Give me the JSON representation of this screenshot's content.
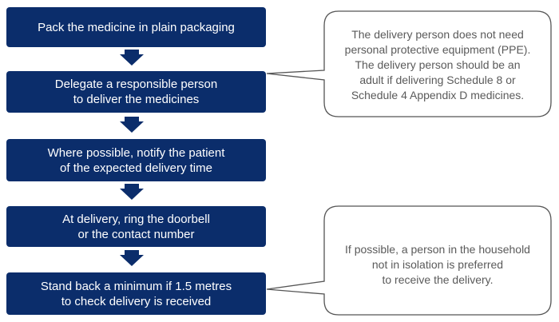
{
  "steps": [
    {
      "lines": [
        "Pack the medicine in plain packaging"
      ]
    },
    {
      "lines": [
        "Delegate a responsible person",
        "to deliver the medicines"
      ]
    },
    {
      "lines": [
        "Where possible, notify the patient",
        "of the expected delivery time"
      ]
    },
    {
      "lines": [
        "At delivery, ring the doorbell",
        "or the contact number"
      ]
    },
    {
      "lines": [
        "Stand back a minimum if 1.5 metres",
        "to check delivery is received"
      ]
    }
  ],
  "notes": [
    {
      "lines": [
        "The delivery person does not need",
        "personal protective equipment (PPE).",
        "The delivery person should be an",
        "adult if delivering Schedule 8 or",
        "Schedule 4 Appendix D medicines."
      ]
    },
    {
      "lines": [
        "If possible, a person in the household",
        "not in isolation is preferred",
        "to receive the delivery."
      ]
    }
  ],
  "colors": {
    "step_fill": "#0b2d6b",
    "step_text": "#ffffff",
    "callout_border": "#555555",
    "callout_text": "#5a5a5a"
  }
}
